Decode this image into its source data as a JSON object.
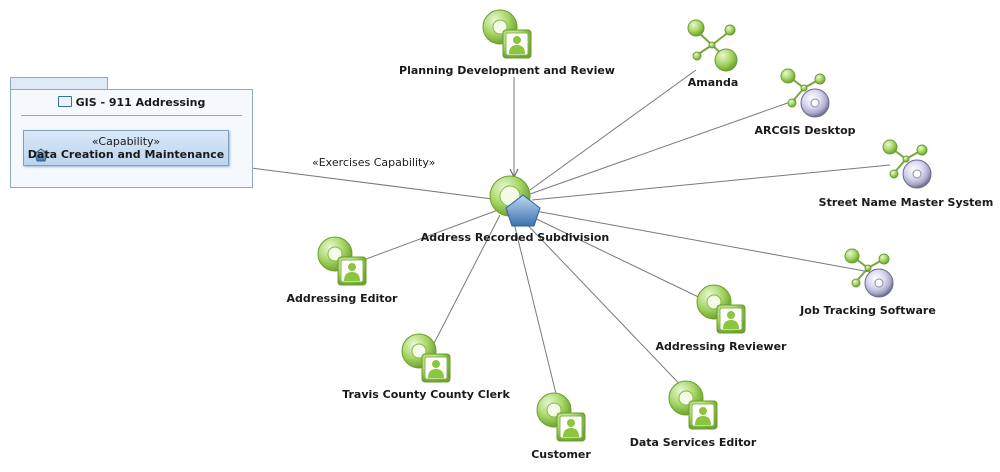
{
  "package": {
    "title": "GIS - 911 Addressing",
    "capability": {
      "stereotype": "«Capability»",
      "name": "Data Creation and Maintenance"
    }
  },
  "center_node": {
    "label": "Address Recorded Subdivision"
  },
  "capability_edge": {
    "label": "«Exercises Capability»"
  },
  "nodes": [
    {
      "id": "planning",
      "label": "Planning Development and Review",
      "kind": "actor"
    },
    {
      "id": "amanda",
      "label": "Amanda",
      "kind": "component"
    },
    {
      "id": "arcgis",
      "label": "ARCGIS Desktop",
      "kind": "system"
    },
    {
      "id": "snms",
      "label": "Street Name Master System",
      "kind": "system"
    },
    {
      "id": "jts",
      "label": "Job Tracking Software",
      "kind": "system"
    },
    {
      "id": "addr-editor",
      "label": "Addressing Editor",
      "kind": "actor"
    },
    {
      "id": "travis",
      "label": "Travis County County Clerk",
      "kind": "actor"
    },
    {
      "id": "customer",
      "label": "Customer",
      "kind": "actor"
    },
    {
      "id": "addr-reviewer",
      "label": "Addressing Reviewer",
      "kind": "actor"
    },
    {
      "id": "dse",
      "label": "Data Services Editor",
      "kind": "actor"
    }
  ],
  "colors": {
    "green": "#8cc63f",
    "edge": "#7a7a7a",
    "pentagon": "#4a7fb5"
  }
}
